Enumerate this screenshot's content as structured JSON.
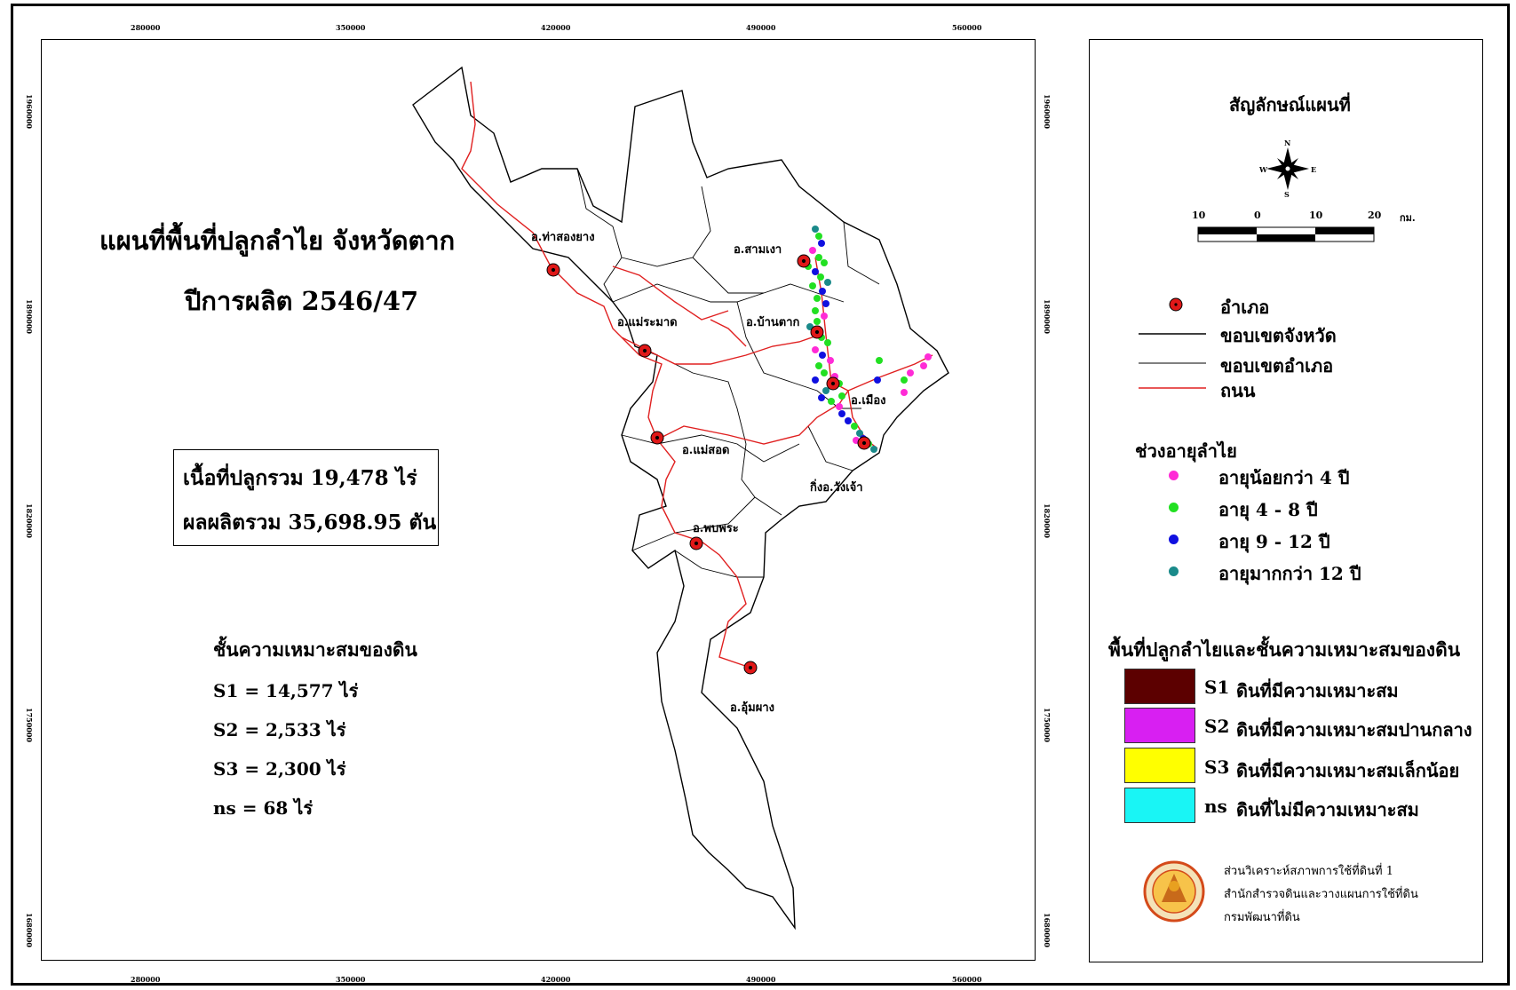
{
  "map": {
    "title_line1": "แผนที่พื้นที่ปลูกลำไย  จังหวัดตาก",
    "title_line2": "ปีการผลิต 2546/47",
    "totals": {
      "area": "เนื้อที่ปลูกรวม  19,478  ไร่",
      "yield": "ผลผลิตรวม  35,698.95  ตัน"
    },
    "soil_class": {
      "heading": "ชั้นความเหมาะสมของดิน",
      "items": [
        "S1 = 14,577 ไร่",
        "S2 =  2,533 ไร่",
        "S3 =  2,300 ไร่",
        "ns  =     68 ไร่"
      ]
    },
    "districts": [
      "อ.ท่าสองยาง",
      "อ.สามเงา",
      "อ.แม่ระมาด",
      "อ.บ้านตาก",
      "อ.เมือง",
      "อ.แม่สอด",
      "กิ่งอ.วังเจ้า",
      "อ.พบพระ",
      "อ.อุ้มผาง"
    ],
    "x_ticks": [
      "280000",
      "350000",
      "420000",
      "490000",
      "560000"
    ],
    "y_ticks": [
      "1960000",
      "1890000",
      "1820000",
      "1750000",
      "1680000"
    ]
  },
  "legend": {
    "title": "สัญลักษณ์แผนที่",
    "compass": {
      "n": "N",
      "s": "S",
      "e": "E",
      "w": "W"
    },
    "scale": {
      "labels": [
        "10",
        "0",
        "10",
        "20"
      ],
      "unit": "กม."
    },
    "symbols": [
      {
        "label": "อำเภอ",
        "type": "district-seat"
      },
      {
        "label": "ขอบเขตจังหวัด",
        "type": "province-boundary"
      },
      {
        "label": "ขอบเขตอำเภอ",
        "type": "district-boundary"
      },
      {
        "label": "ถนน",
        "type": "road",
        "color": "#e02020"
      }
    ],
    "age_heading": "ช่วงอายุลำไย",
    "age_classes": [
      {
        "label": "อายุน้อยกว่า 4 ปี",
        "color": "#ff2bd6"
      },
      {
        "label": "อายุ 4 - 8 ปี",
        "color": "#22e022"
      },
      {
        "label": "อายุ 9 - 12 ปี",
        "color": "#1010e0"
      },
      {
        "label": "อายุมากกว่า 12 ปี",
        "color": "#1a8a8a"
      }
    ],
    "suitability_heading": "พื้นที่ปลูกลำไยและชั้นความเหมาะสมของดิน",
    "suitability": [
      {
        "code": "S1",
        "label": "ดินที่มีความเหมาะสม",
        "color": "#5c0000"
      },
      {
        "code": "S2",
        "label": "ดินที่มีความเหมาะสมปานกลาง",
        "color": "#d81ff2"
      },
      {
        "code": "S3",
        "label": "ดินที่มีความเหมาะสมเล็กน้อย",
        "color": "#ffff00"
      },
      {
        "code": "ns",
        "label": "ดินที่ไม่มีความเหมาะสม",
        "color": "#19f5f5"
      }
    ],
    "credits": [
      "ส่วนวิเคราะห์สภาพการใช้ที่ดินที่ 1",
      "สำนักสำรวจดินและวางแผนการใช้ที่ดิน",
      "กรมพัฒนาที่ดิน"
    ]
  }
}
